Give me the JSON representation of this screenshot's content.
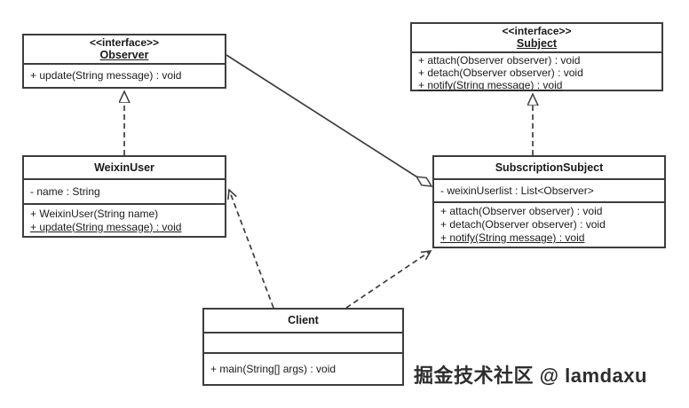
{
  "diagram": {
    "observer": {
      "stereotype": "<<interface>>",
      "name": "Observer",
      "methods": [
        "+ update(String message) : void"
      ]
    },
    "subject": {
      "stereotype": "<<interface>>",
      "name": "Subject",
      "methods": [
        "+ attach(Observer observer) : void",
        "+ detach(Observer observer) : void",
        "+ notify(String message) : void"
      ]
    },
    "weixin_user": {
      "name": "WeixinUser",
      "attributes": [
        "- name : String"
      ],
      "methods": [
        "+ WeixinUser(String name)",
        "+ update(String message) : void"
      ]
    },
    "subscription_subject": {
      "name": "SubscriptionSubject",
      "attributes": [
        "- weixinUserlist : List<Observer>"
      ],
      "methods": [
        "+ attach(Observer observer) : void",
        "+ detach(Observer observer) : void",
        "+ notify(String message) : void"
      ]
    },
    "client": {
      "name": "Client",
      "methods": [
        "+ main(String[] args) : void"
      ]
    },
    "watermark": "掘金技术社区 @ lamdaxu"
  }
}
